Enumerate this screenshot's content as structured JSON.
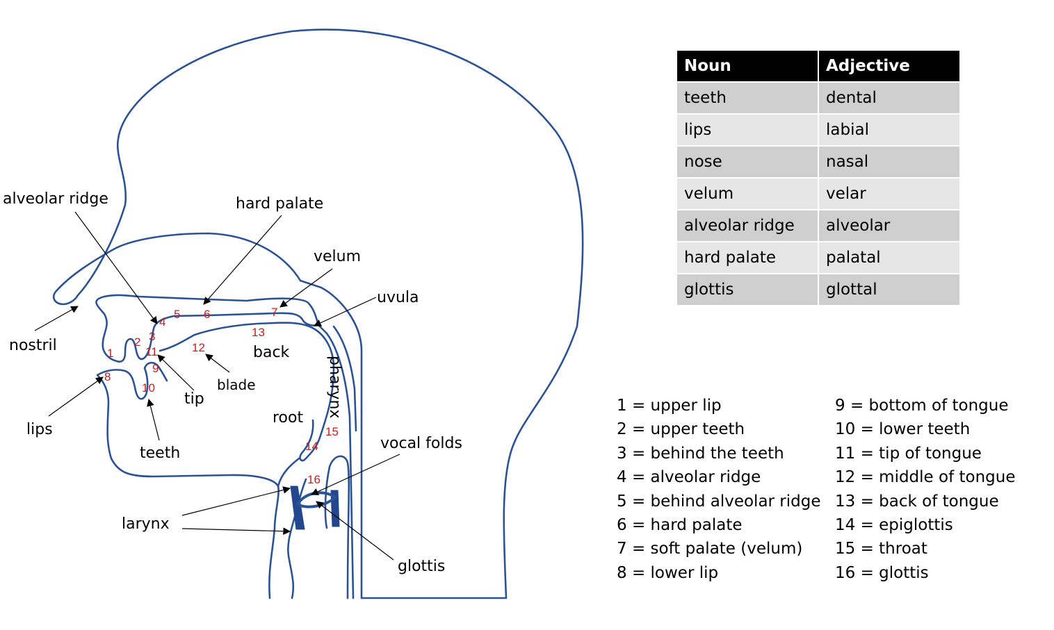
{
  "diagram": {
    "labels": {
      "alveolar_ridge": "alveolar ridge",
      "hard_palate": "hard palate",
      "velum": "velum",
      "uvula": "uvula",
      "nostril": "nostril",
      "back": "back",
      "pharynx": "pharynx",
      "blade": "blade",
      "tip": "tip",
      "lips": "lips",
      "root": "root",
      "teeth": "teeth",
      "vocal_folds": "vocal folds",
      "larynx": "larynx",
      "glottis": "glottis"
    },
    "point_numbers": [
      "1",
      "2",
      "3",
      "4",
      "5",
      "6",
      "7",
      "8",
      "9",
      "10",
      "11",
      "12",
      "13",
      "14",
      "15",
      "16"
    ]
  },
  "table": {
    "headers": [
      "Noun",
      "Adjective"
    ],
    "rows": [
      [
        "teeth",
        "dental"
      ],
      [
        "lips",
        "labial"
      ],
      [
        "nose",
        "nasal"
      ],
      [
        "velum",
        "velar"
      ],
      [
        "alveolar ridge",
        "alveolar"
      ],
      [
        "hard palate",
        "palatal"
      ],
      [
        "glottis",
        "glottal"
      ]
    ]
  },
  "legend": {
    "left": [
      "1 = upper lip",
      "2 = upper teeth",
      "3 = behind the teeth",
      "4 = alveolar ridge",
      "5 = behind alveolar ridge",
      "6 = hard palate",
      "7 = soft palate (velum)",
      "8 = lower lip"
    ],
    "right": [
      "9 = bottom of tongue",
      "10 = lower teeth",
      "11 = tip of tongue",
      "12 = middle of tongue",
      "13 = back of tongue",
      "14 = epiglottis",
      "15 = throat",
      "16 = glottis"
    ]
  },
  "colors": {
    "outline": "#2c5296",
    "numbers": "#d11a1a",
    "table_header": "#000000"
  }
}
